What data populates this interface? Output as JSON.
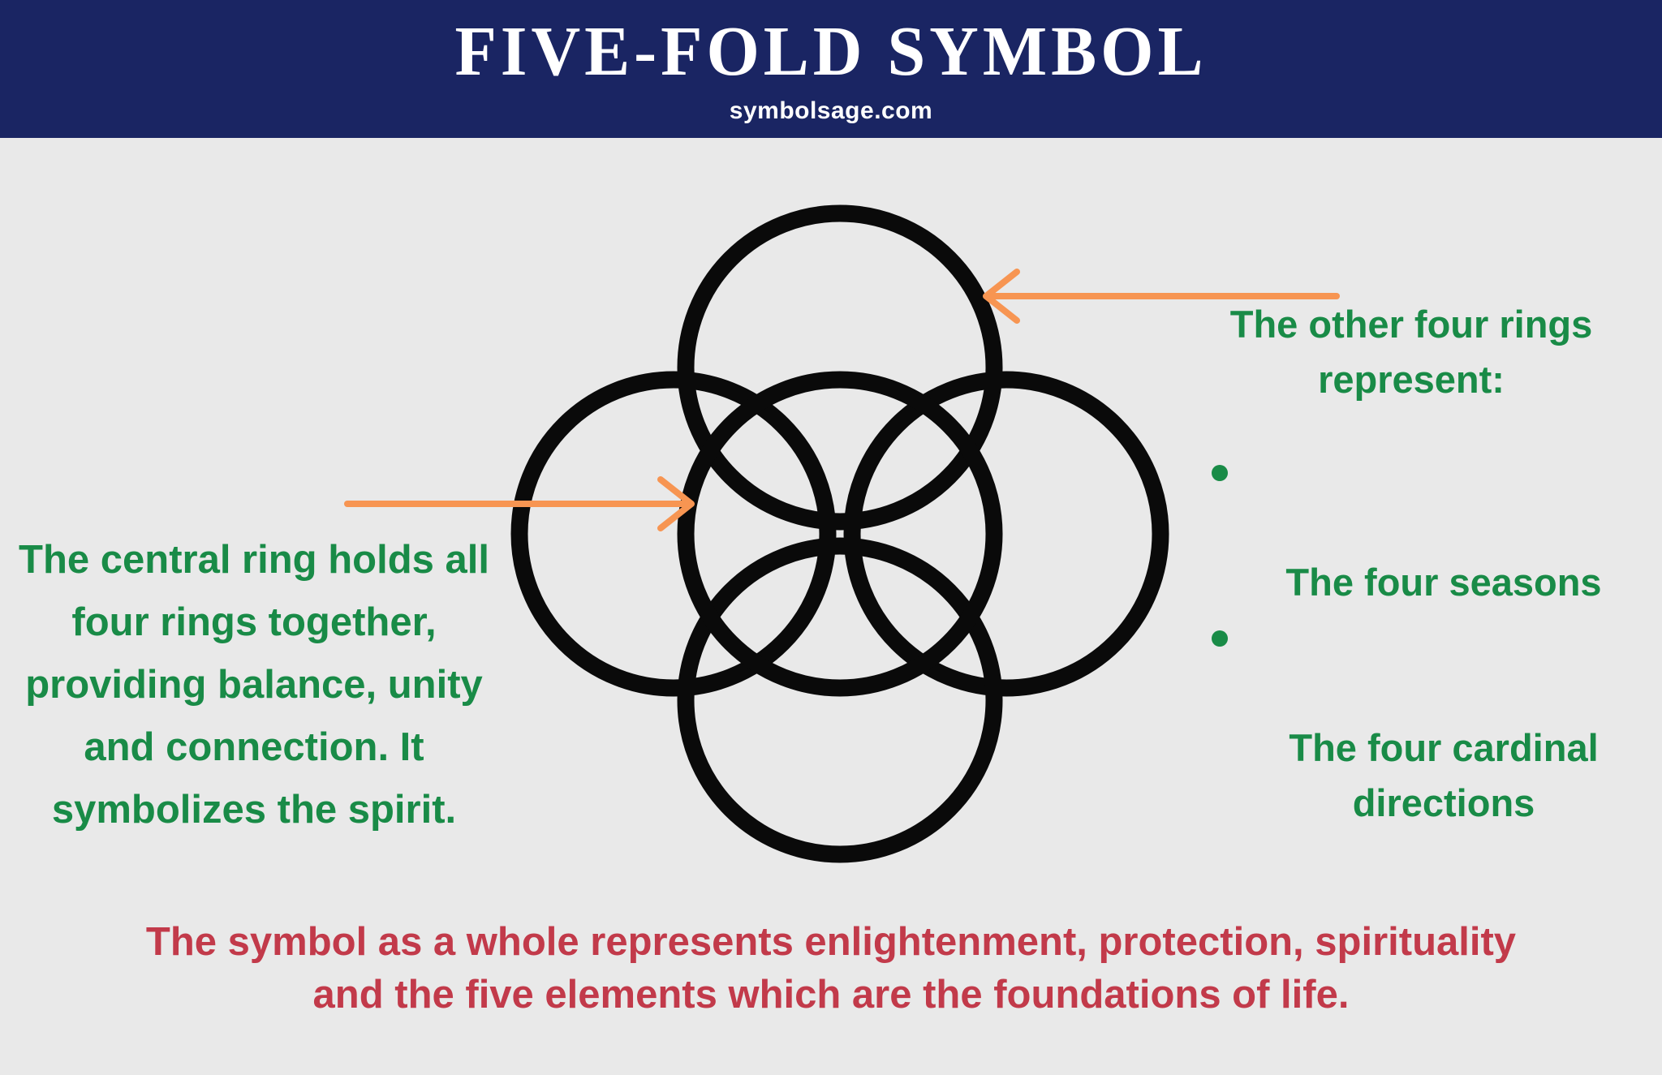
{
  "page": {
    "background_color": "#e9e9e9"
  },
  "header": {
    "title": "FIVE-FOLD SYMBOL",
    "subtitle": "symbolsage.com",
    "background_color": "#1a2563",
    "text_color": "#ffffff"
  },
  "diagram": {
    "rings_color": "#0a0a0a",
    "arrow_color": "#f79552",
    "rings": [
      "top-ring",
      "left-ring",
      "center-ring",
      "right-ring",
      "bottom-ring"
    ]
  },
  "annotations": {
    "text_color_green": "#198b47",
    "text_color_red": "#c23a4a",
    "left_note": "The central ring holds all\nfour rings together,\nproviding balance, unity\nand connection. It\nsymbolizes the spirit.",
    "right_note_heading": "The other four rings\nrepresent:",
    "right_note_bullets": [
      "The four seasons",
      "The four cardinal\ndirections"
    ],
    "bottom_note": "The symbol as a whole represents enlightenment, protection, spirituality\nand the five elements which are the foundations of life."
  }
}
